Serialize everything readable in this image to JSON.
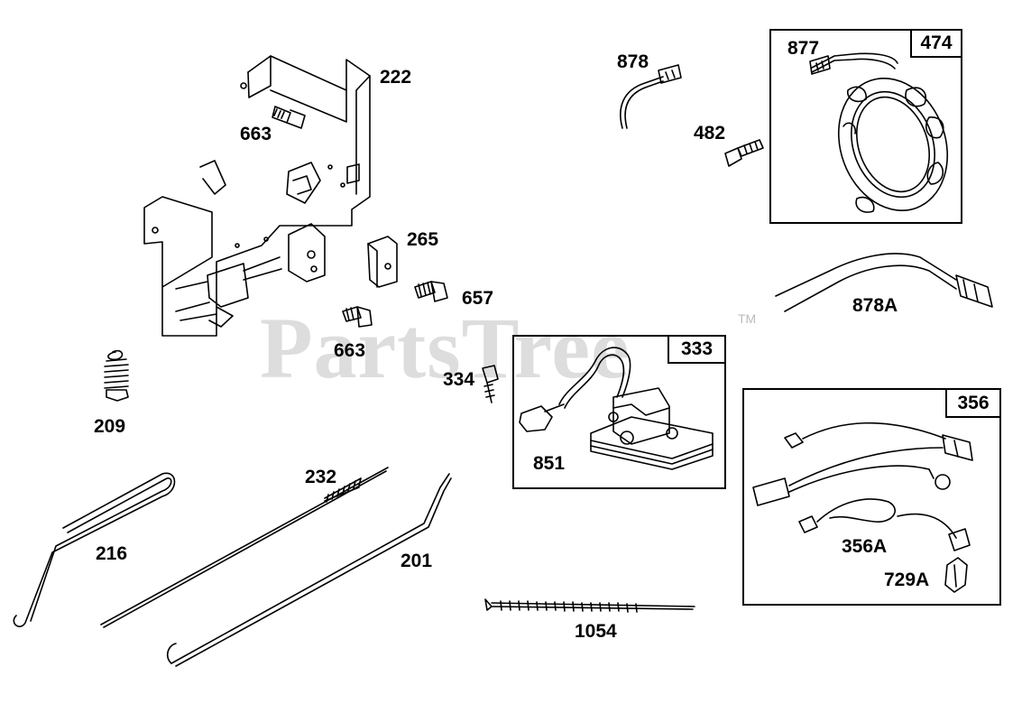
{
  "watermark": {
    "text": "PartsTree",
    "trademark": "TM"
  },
  "groups": [
    {
      "id": "474",
      "label": "474"
    },
    {
      "id": "333",
      "label": "333"
    },
    {
      "id": "356",
      "label": "356"
    }
  ],
  "parts": {
    "p222": "222",
    "p663a": "663",
    "p265": "265",
    "p657": "657",
    "p663b": "663",
    "p209": "209",
    "p232": "232",
    "p216": "216",
    "p201": "201",
    "p878": "878",
    "p482": "482",
    "p877": "877",
    "p878A": "878A",
    "p334": "334",
    "p851": "851",
    "p1054": "1054",
    "p356A": "356A",
    "p729A": "729A"
  }
}
